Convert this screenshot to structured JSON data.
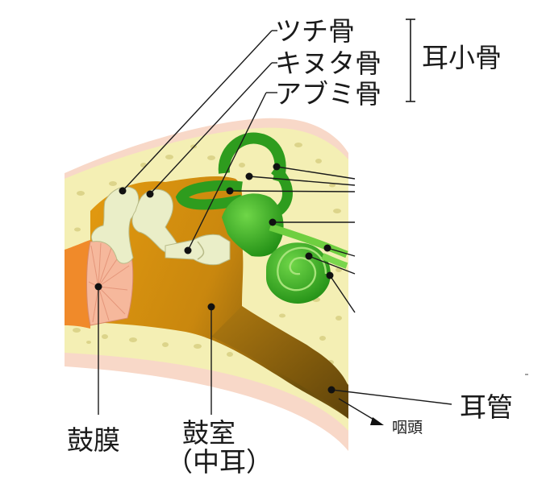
{
  "labels": {
    "malleus": "ツチ骨",
    "incus": "キヌタ骨",
    "stapes": "アブミ骨",
    "ossicles": "耳小骨",
    "tympanic_membrane": "鼓膜",
    "tympanic_cavity": "鼓室",
    "middle_ear": "（中耳）",
    "eustachian_tube": "耳管",
    "pharynx": "咽頭"
  },
  "colors": {
    "bone": "#f4efb4",
    "bone_speckle": "#dcd48a",
    "skin": "#f8d8c8",
    "cavity": "#e0960a",
    "cavity_dark": "#7d5a0c",
    "eardrum": "#f6b89c",
    "outer_canal": "#f08a2a",
    "ossicle": "#e8ecc2",
    "inner_ear": "#2e9c1e",
    "inner_ear_light": "#5cc83a",
    "ink": "#1a1a1a"
  }
}
